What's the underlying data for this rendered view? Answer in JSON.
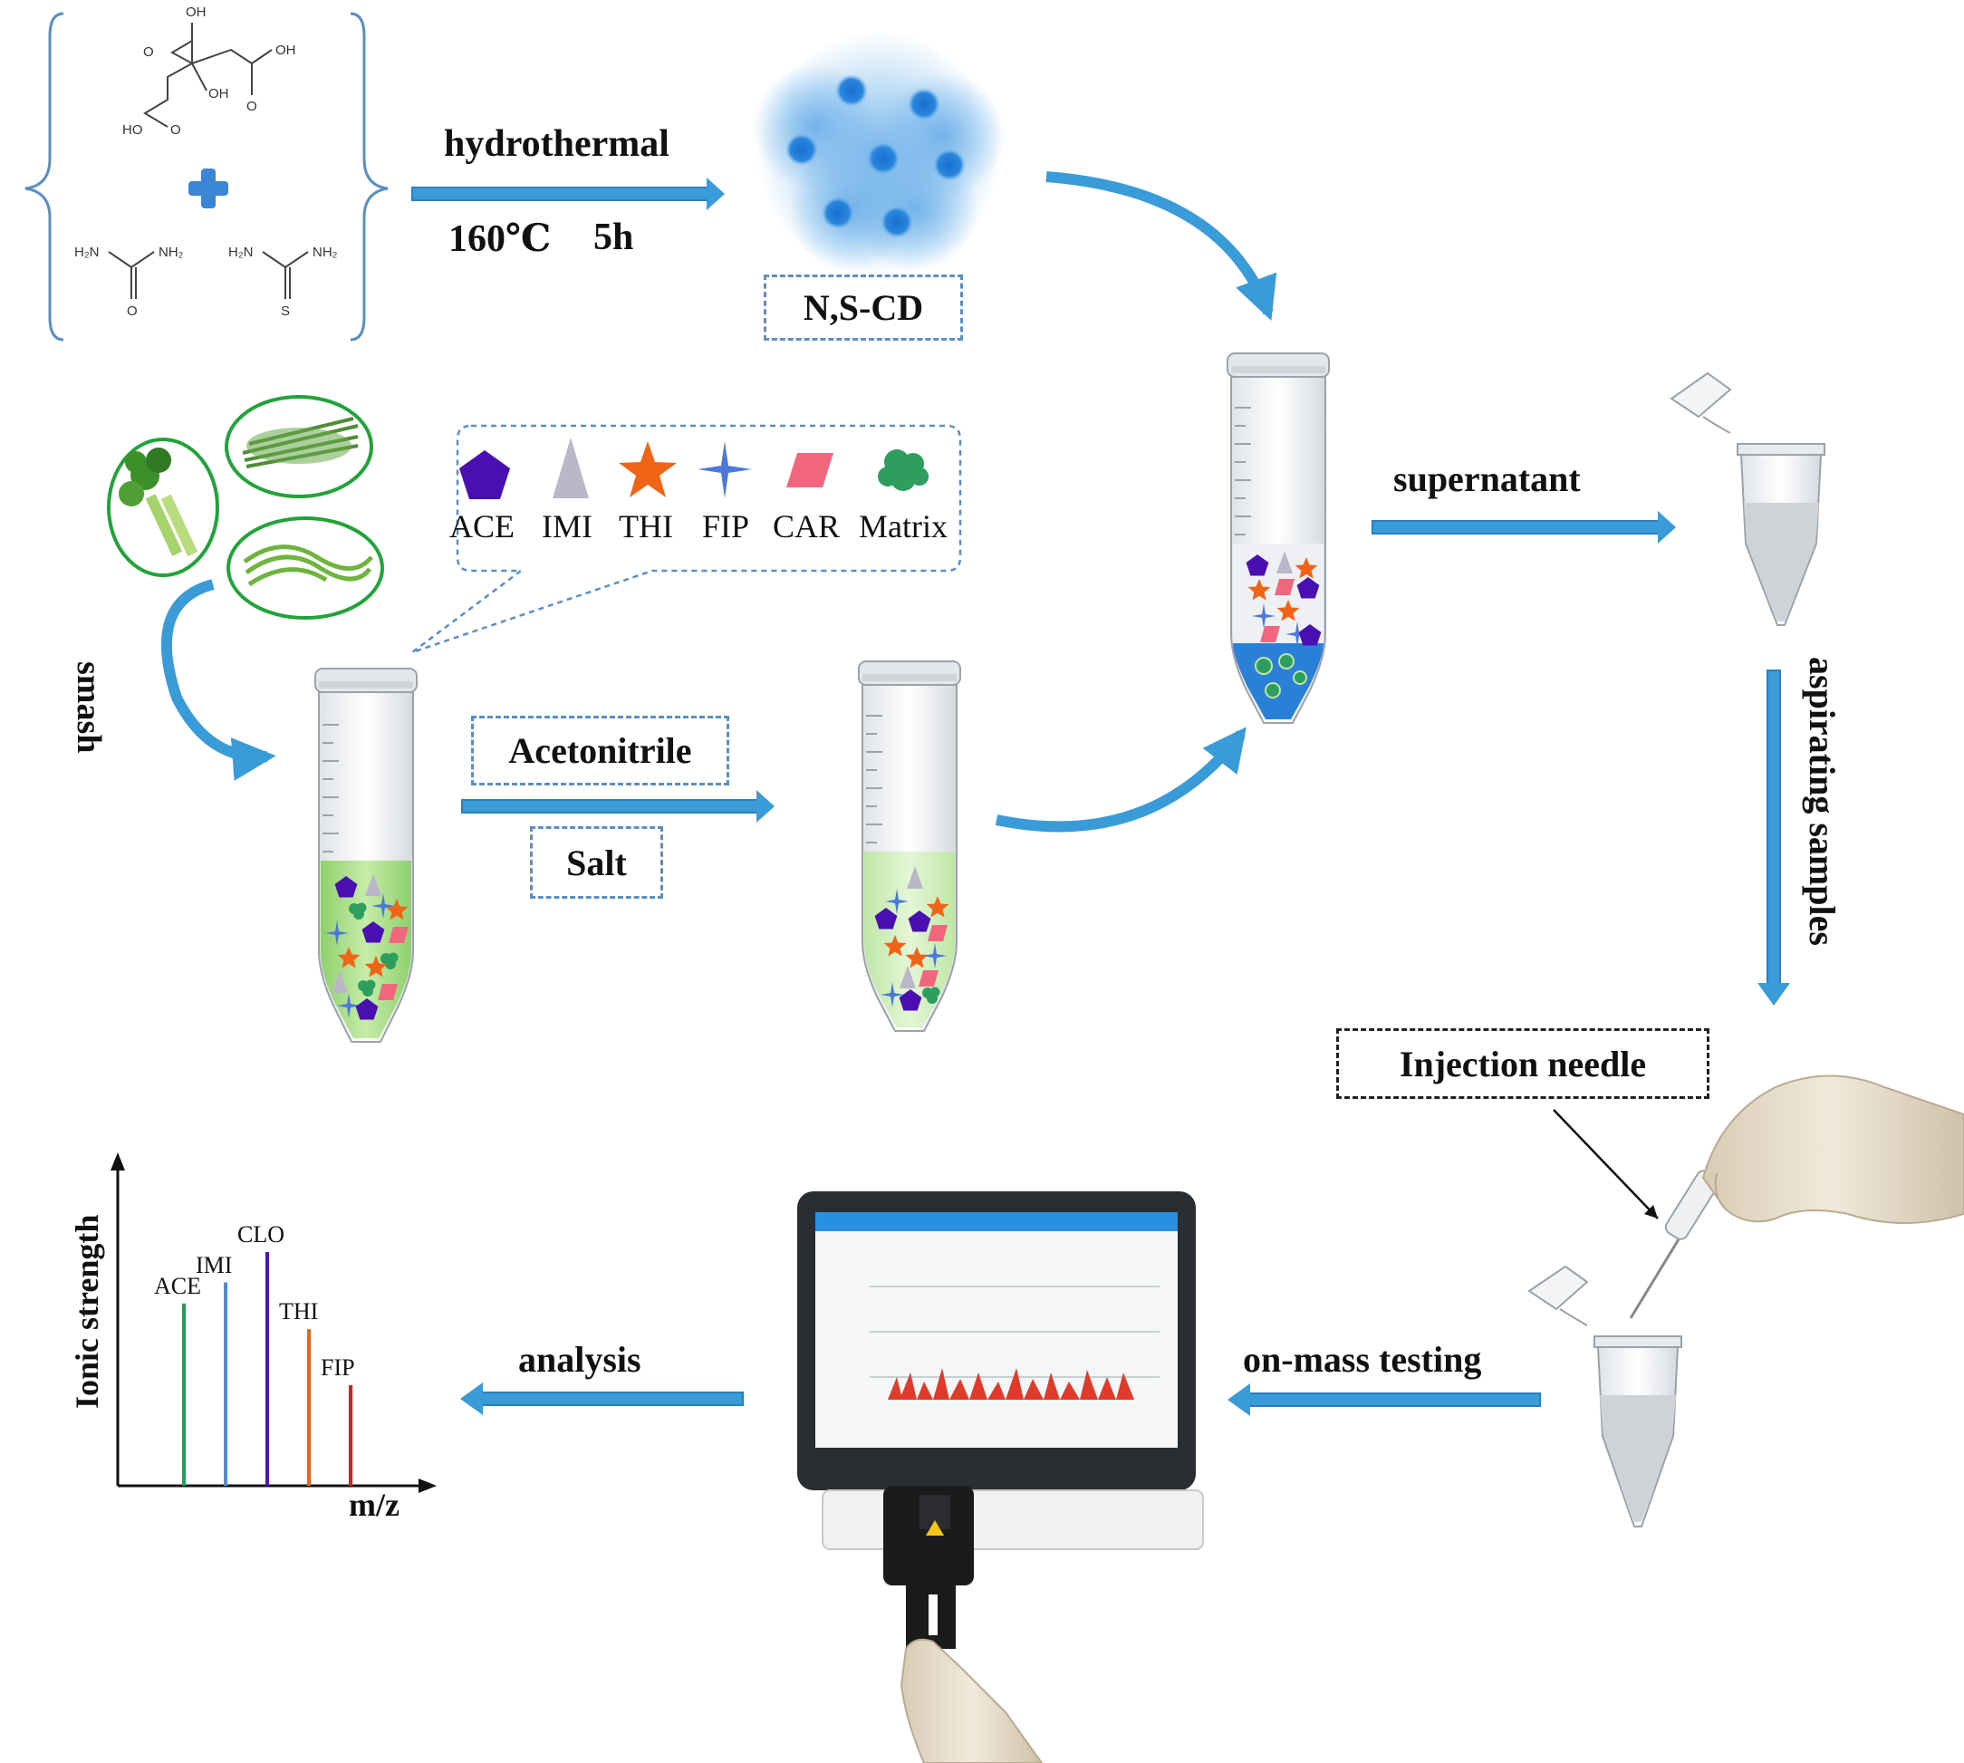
{
  "steps": {
    "hydrothermal": "hydrothermal",
    "conditions_temp": "160℃",
    "conditions_time": "5h",
    "product": "N,S-CD",
    "smash": "smash",
    "acetonitrile": "Acetonitrile",
    "salt": "Salt",
    "supernatant": "supernatant",
    "aspirating": "aspirating samples",
    "injection_needle": "Injection needle",
    "on_mass_testing": "on-mass testing",
    "analysis": "analysis"
  },
  "molecules": {
    "citric_acid_labels": [
      "OH",
      "O",
      "OH",
      "OH",
      "O",
      "HO",
      "O"
    ],
    "urea_labels": [
      "H₂N",
      "NH₂",
      "O"
    ],
    "thiourea_labels": [
      "H₂N",
      "NH₂",
      "S"
    ]
  },
  "legend": [
    {
      "label": "ACE",
      "shape": "pentagon-icon",
      "color": "#4a0fb0"
    },
    {
      "label": "IMI",
      "shape": "triangle-icon",
      "color": "#b9b7c8"
    },
    {
      "label": "THI",
      "shape": "star-icon",
      "color": "#f06418"
    },
    {
      "label": "FIP",
      "shape": "four-point-star-icon",
      "color": "#4b79d9"
    },
    {
      "label": "CAR",
      "shape": "parallelogram-icon",
      "color": "#f2667e"
    },
    {
      "label": "Matrix",
      "shape": "cloud-icon",
      "color": "#2e9e5e"
    }
  ],
  "chart_data": {
    "type": "bar",
    "ylabel": "Ionic strength",
    "xlabel": "m/z",
    "categories": [
      "ACE",
      "IMI",
      "CLO",
      "THI",
      "FIP"
    ],
    "values": [
      0.78,
      0.87,
      1.0,
      0.67,
      0.43
    ],
    "colors": [
      "#22a05a",
      "#4a8fe0",
      "#4b12c9",
      "#f06418",
      "#d42020"
    ]
  },
  "colors": {
    "arrow": "#3a9bd9",
    "dash_border": "#5a8fc4",
    "tube_liquid_green": "#a9dd8a",
    "cd_blue": "#2a7fd6"
  }
}
